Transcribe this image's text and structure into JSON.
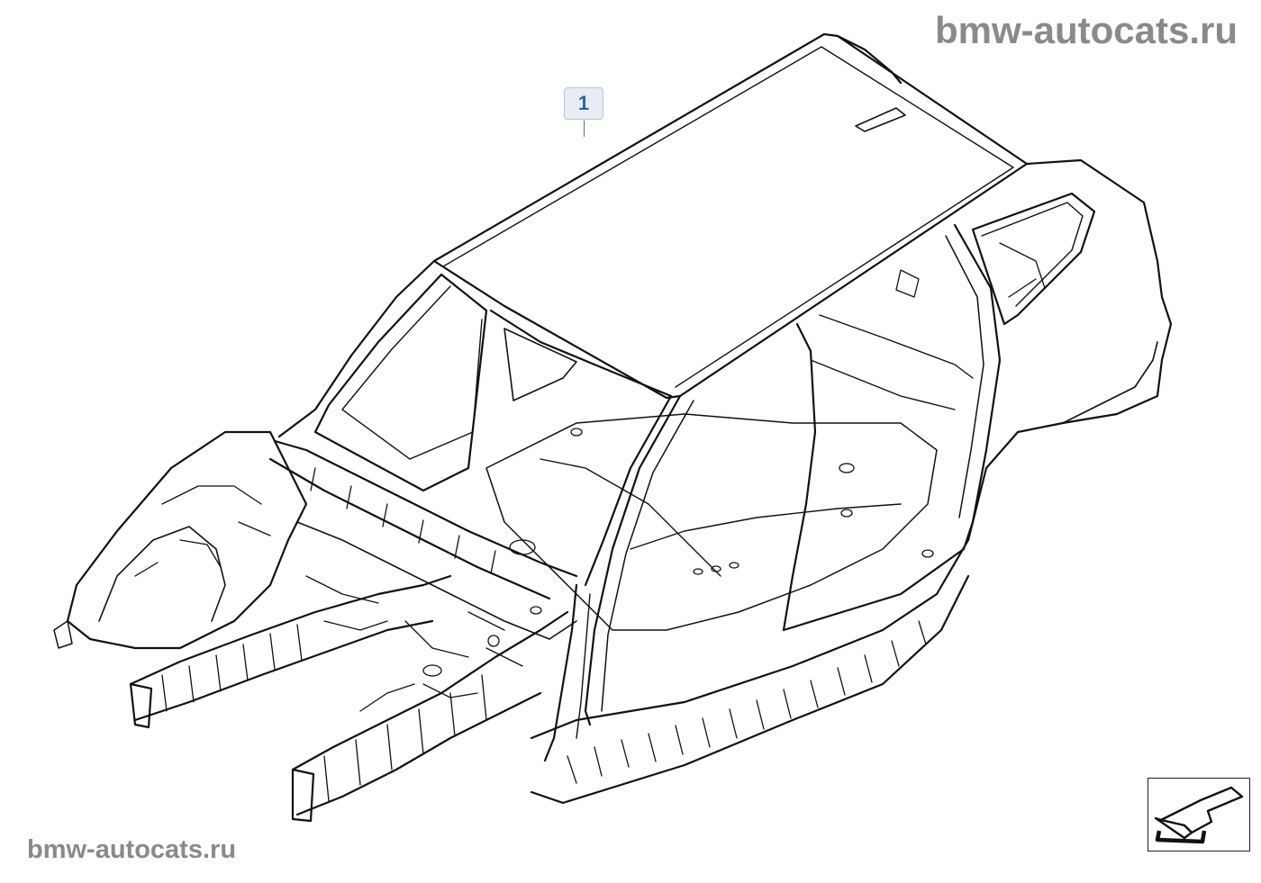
{
  "watermark": {
    "top": "bmw-autocats.ru",
    "bottom": "bmw-autocats.ru"
  },
  "callouts": [
    {
      "label": "1"
    }
  ],
  "nav": {
    "icon": "back-arrow-icon"
  },
  "colors": {
    "line": "#111111",
    "callout_fill": "#e8ecf3",
    "callout_text": "#2a66b0",
    "watermark": "#8a8a8a"
  }
}
